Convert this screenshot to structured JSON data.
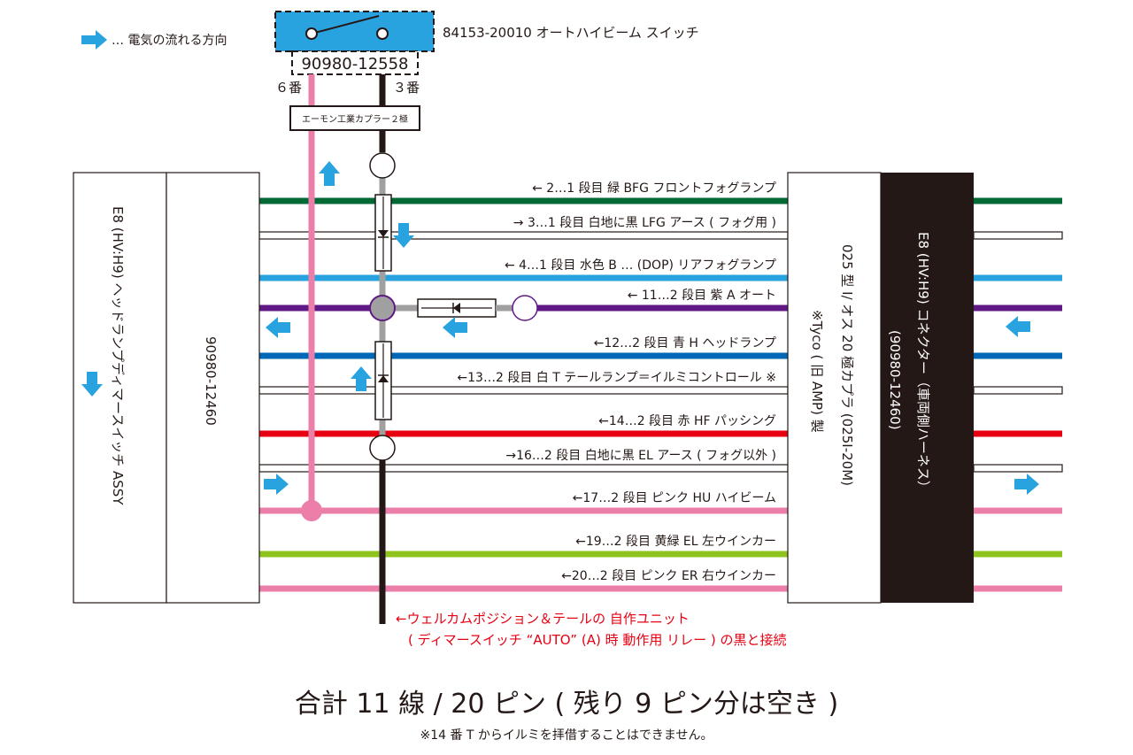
{
  "legend": {
    "text": "… 電気の流れる方向"
  },
  "switch": {
    "name": "84153-20010 オートハイビーム スイッチ",
    "connector": "90980-12558",
    "pin_left": "６番",
    "pin_right": "３番",
    "coupler": "エーモン工業カプラー２極"
  },
  "left_assembly": {
    "name": "E8 (HV:H9) ヘッドランプディマースイッチ ASSY",
    "connector": "90980-12460"
  },
  "right_assembly": {
    "name": "E8 (HV:H9) コネクター（車両側ハーネス）",
    "part": "(90980-12460)",
    "connector": "025 型 I/ オス 20 極カプラ (025I-20M)",
    "maker": "※Tyco ( 旧 AMP) 製"
  },
  "wires": [
    {
      "label": "← 2…1 段目 緑 BFG フロントフォグランプ",
      "color": "#006934",
      "hollow": false
    },
    {
      "label": "→ 3…1 段目 白地に黒 LFG アース ( フォグ用 )",
      "color": "#231815",
      "hollow": true
    },
    {
      "label": "← 4…1 段目 水色 B … (DOP) リアフォグランプ",
      "color": "#29a3df",
      "hollow": false
    },
    {
      "label": "← 11…2 段目 紫 A オート",
      "color": "#601986",
      "hollow": false
    },
    {
      "label": "←12…2 段目 青 H ヘッドランプ",
      "color": "#0068b7",
      "hollow": false
    },
    {
      "label": "←13…2 段目 白 T テールランプ＝イルミコントロール ※",
      "color": "#231815",
      "hollow": true
    },
    {
      "label": "←14…2 段目 赤 HF パッシング",
      "color": "#e60012",
      "hollow": false
    },
    {
      "label": "→16…2 段目 白地に黒 EL アース ( フォグ以外 )",
      "color": "#231815",
      "hollow": true
    },
    {
      "label": "←17…2 段目 ピンク HU ハイビーム",
      "color": "#eb7fa9",
      "hollow": false
    },
    {
      "label": "←19…2 段目 黄緑 EL 左ウインカー",
      "color": "#8fc31f",
      "hollow": false
    },
    {
      "label": "←20…2 段目 ピンク ER 右ウインカー",
      "color": "#eb7fa9",
      "hollow": false
    }
  ],
  "note_red": {
    "line1": "←ウェルカムポジション＆テールの 自作ユニット",
    "line2": "( ディマースイッチ “AUTO” (A) 時 動作用 リレー ) の黒と接続"
  },
  "summary": "合計 11 線 / 20 ピン ( 残り 9 ピン分は空き )",
  "footnote": "※14 番 T からイルミを拝借することはできません。",
  "colors": {
    "flow_arrow": "#29a3df",
    "switch_fill": "#29a3df",
    "pink_wire": "#eb7fa9",
    "black_wire": "#231815",
    "junction_gray": "#a0a0a0",
    "right_connector": "#231815",
    "note": "#e60012"
  }
}
